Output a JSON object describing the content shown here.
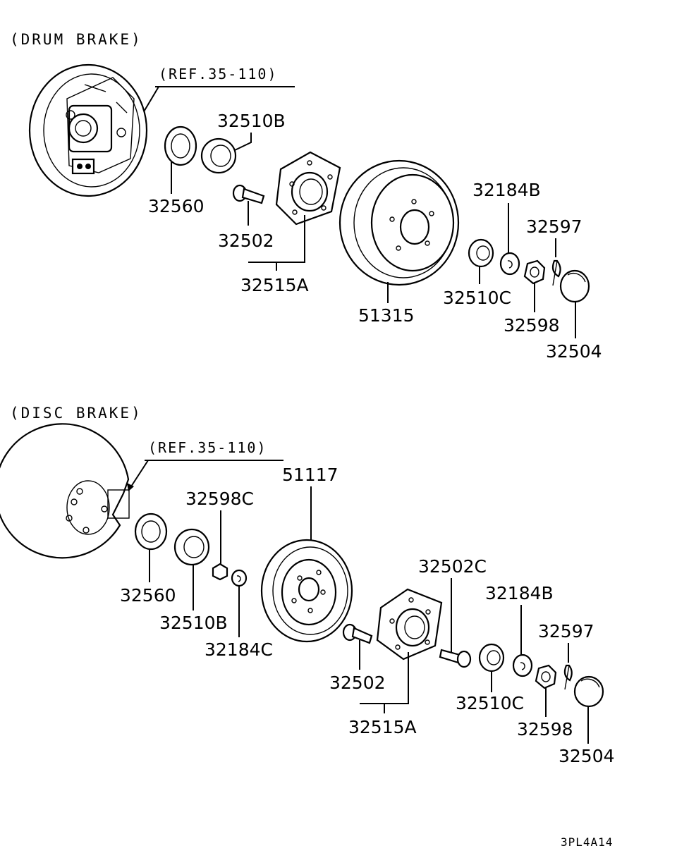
{
  "sections": {
    "drum": {
      "title": "(DRUM BRAKE)",
      "ref": "(REF.35-110)",
      "labels": {
        "p32510B": "32510B",
        "p32560": "32560",
        "p32502": "32502",
        "p32515A": "32515A",
        "p51315": "51315",
        "p32184B": "32184B",
        "p32597": "32597",
        "p32510C": "32510C",
        "p32598": "32598",
        "p32504": "32504"
      }
    },
    "disc": {
      "title": "(DISC BRAKE)",
      "ref": "(REF.35-110)",
      "labels": {
        "p51117": "51117",
        "p32598C": "32598C",
        "p32560": "32560",
        "p32510B": "32510B",
        "p32184C": "32184C",
        "p32502C": "32502C",
        "p32184B": "32184B",
        "p32597": "32597",
        "p32502": "32502",
        "p32515A": "32515A",
        "p32510C": "32510C",
        "p32598": "32598",
        "p32504": "32504"
      }
    }
  },
  "diagram_code": "3PL4A14"
}
